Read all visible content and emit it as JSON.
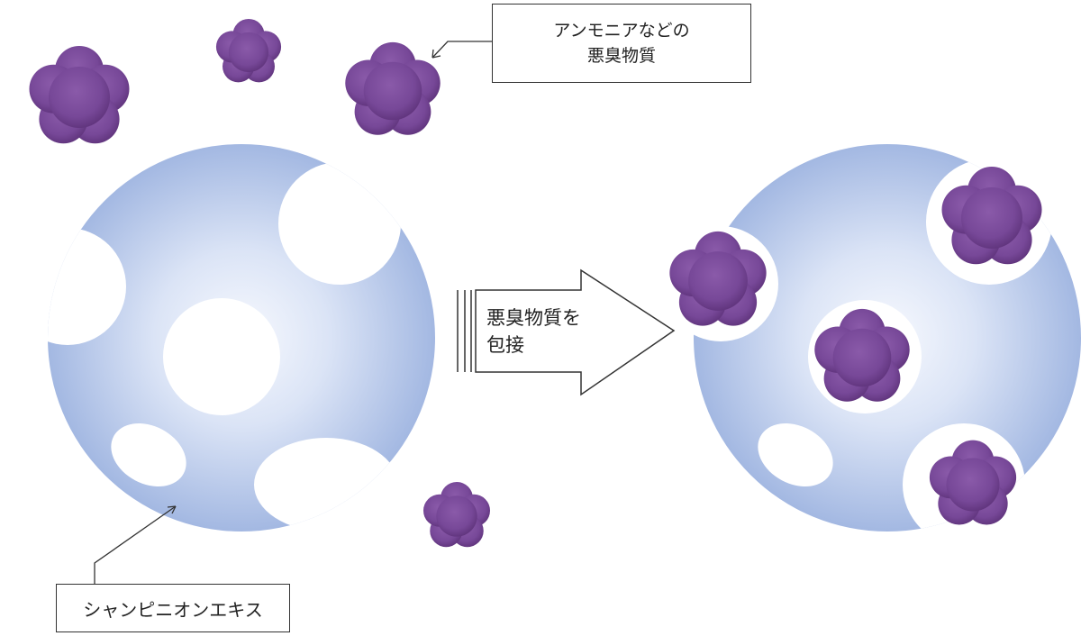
{
  "labels": {
    "odor_line1": "アンモニアなどの",
    "odor_line2": "悪臭物質",
    "arrow_line1": "悪臭物質を",
    "arrow_line2": "包接",
    "extract": "シャンピニオンエキス"
  },
  "colors": {
    "sphere_center": "#f6f8fd",
    "sphere_edge": "#9db3df",
    "odor_molecule": "#7b4c9b",
    "odor_molecule_dark": "#5d3479",
    "background": "#ffffff",
    "outline": "#333333"
  }
}
